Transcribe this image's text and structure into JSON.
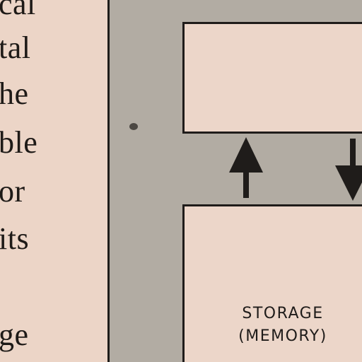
{
  "body_text": {
    "lines": [
      "cal",
      "tal",
      "he",
      "ble",
      "or",
      "its",
      "",
      "ge"
    ]
  },
  "diagram": {
    "storage_box": {
      "label_line1": "STORAGE",
      "label_line2": "(MEMORY)"
    },
    "arrows": [
      {
        "name": "up-arrow",
        "direction": "up"
      },
      {
        "name": "down-arrow",
        "direction": "down"
      }
    ]
  },
  "colors": {
    "panel": "#b2aca3",
    "paper": "#ecd5c7",
    "ink": "#1f1c1a"
  }
}
